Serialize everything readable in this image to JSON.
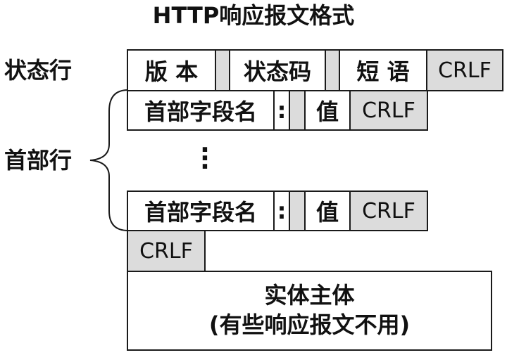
{
  "title": "HTTP响应报文格式",
  "labels": {
    "status_line": "状态行",
    "header_line": "首部行"
  },
  "status_line": {
    "version": "版 本",
    "status_code": "状态码",
    "phrase": "短 语",
    "crlf": "CRLF"
  },
  "header_line_1": {
    "field_name": "首部字段名",
    "colon": ":",
    "value": "值",
    "crlf": "CRLF"
  },
  "header_line_2": {
    "field_name": "首部字段名",
    "colon": ":",
    "value": "值",
    "crlf": "CRLF"
  },
  "ellipsis": [
    "·",
    "·",
    "·"
  ],
  "blank_line_crlf": "CRLF",
  "entity_body": {
    "line1": "实体主体",
    "line2": "(有些响应报文不用)"
  },
  "colors": {
    "gray_cell": "#dcdcdc",
    "border": "#1a1a1a",
    "background": "#ffffff"
  }
}
